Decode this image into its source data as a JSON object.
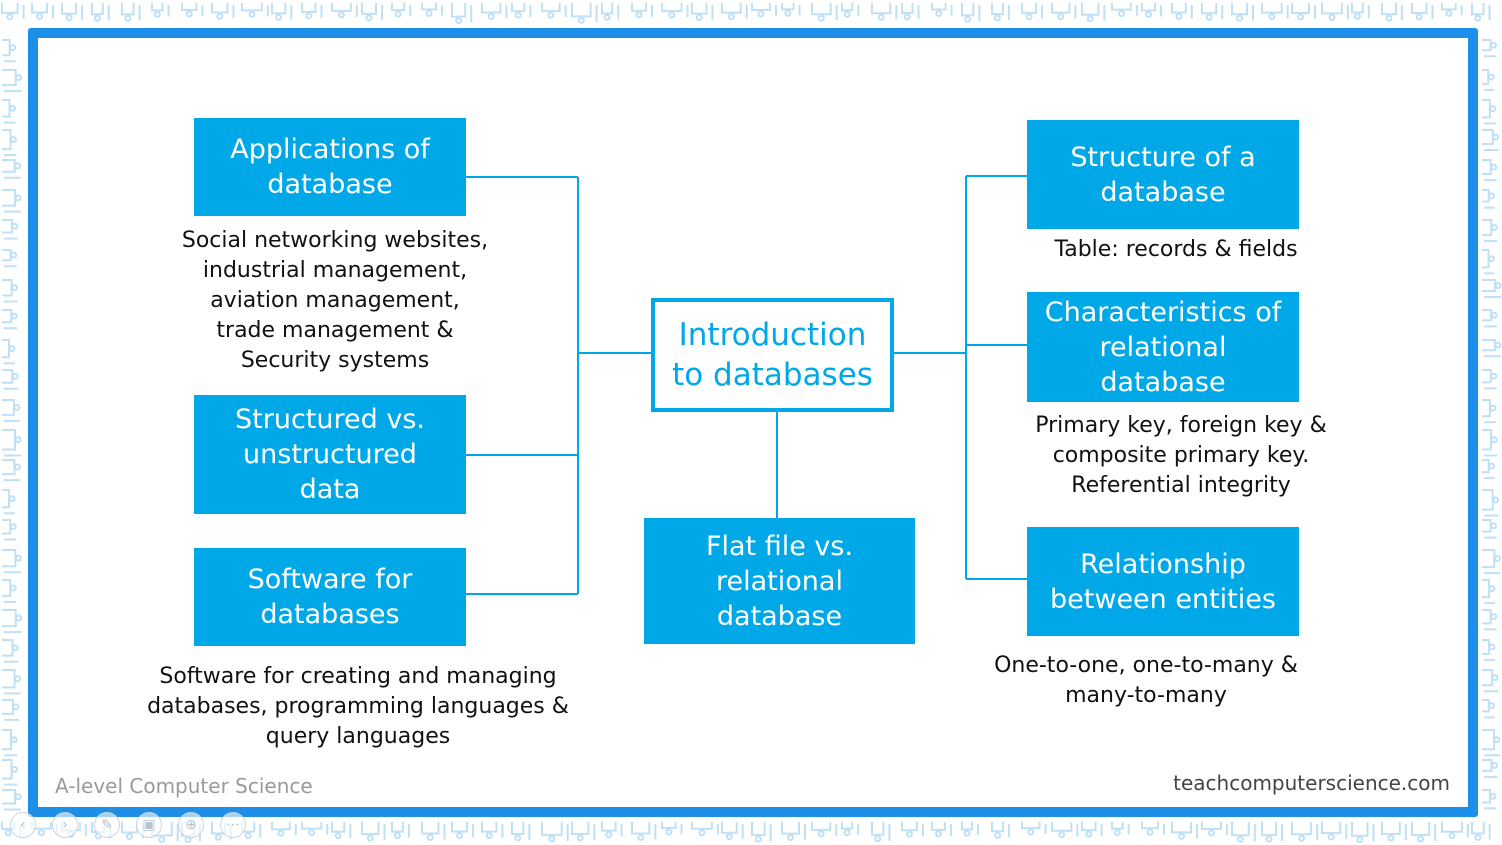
{
  "center": {
    "label": "Introduction\nto databases"
  },
  "left_branch": [
    {
      "label": "Applications of\ndatabase",
      "detail": "Social networking websites,\nindustrial management,\naviation management,\ntrade management &\nSecurity systems"
    },
    {
      "label": "Structured vs.\nunstructured\ndata"
    },
    {
      "label": "Software for\ndatabases",
      "detail": "Software for creating and managing\ndatabases, programming languages &\nquery languages"
    }
  ],
  "bottom_branch": {
    "label": "Flat file vs.\nrelational\ndatabase"
  },
  "right_branch": [
    {
      "label": "Structure of a\ndatabase",
      "detail": "Table: records & fields"
    },
    {
      "label": "Characteristics of\nrelational\ndatabase",
      "detail": "Primary key, foreign key &\ncomposite primary key.\nReferential integrity"
    },
    {
      "label": "Relationship\nbetween entities",
      "detail": "One-to-one, one-to-many &\nmany-to-many"
    }
  ],
  "footer": {
    "left": "A-level Computer Science",
    "right": "teachcomputerscience.com"
  },
  "colors": {
    "frame": "#1e8fe8",
    "box_fill": "#00a8e8",
    "box_text": "#ffffff",
    "connector": "#00a8e8",
    "background_pattern": "#bfe0f5"
  },
  "toolbar_icons": [
    "previous-icon",
    "next-icon",
    "pen-icon",
    "slides-icon",
    "zoom-icon",
    "more-icon"
  ]
}
